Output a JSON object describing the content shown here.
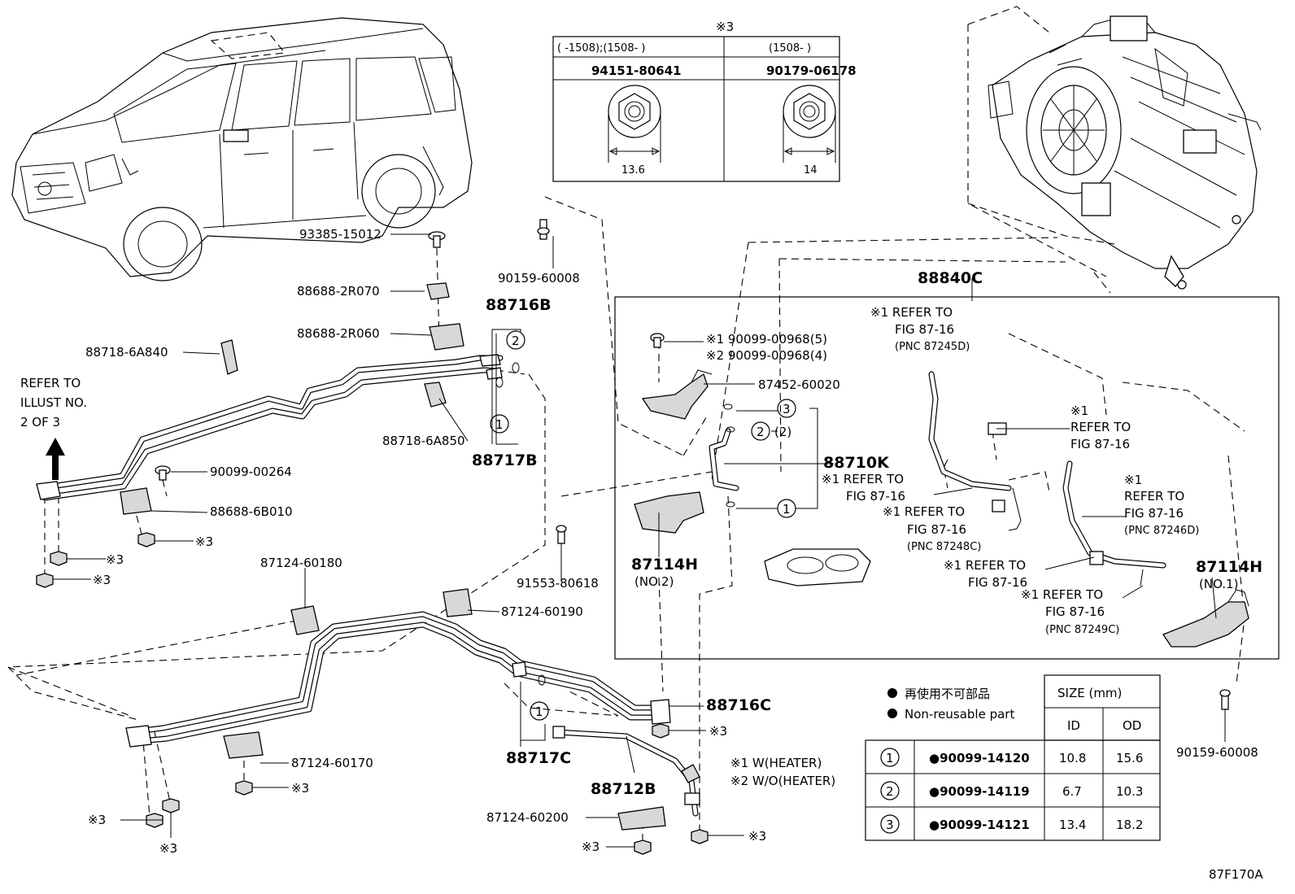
{
  "figure_code": "87F170A",
  "refer_illust": {
    "line1": "REFER TO",
    "line2": "ILLUST NO.",
    "line3": "2 OF 3"
  },
  "nut_table": {
    "mark": "※3",
    "col1_range": "(     -1508);(1508-      )",
    "col2_range": "(1508-        )",
    "col1_part": "94151-80641",
    "col2_part": "90179-06178",
    "col1_size": "13.6",
    "col2_size": "14"
  },
  "labels": {
    "p93385": "93385-15012",
    "p88688_2R070": "88688-2R070",
    "p88688_2R060": "88688-2R060",
    "p88718_6A840": "88718-6A840",
    "p88718_6A850": "88718-6A850",
    "p88716B": "88716B",
    "p88717B": "88717B",
    "p90159_top": "90159-60008",
    "p90099_00264": "90099-00264",
    "p88688_6B010": "88688-6B010",
    "p91553": "91553-80618",
    "p87124_60180": "87124-60180",
    "p87124_60190": "87124-60190",
    "p87124_60170": "87124-60170",
    "p87124_60200": "87124-60200",
    "p88716C": "88716C",
    "p88717C": "88717C",
    "p88712B": "88712B",
    "p88840C": "88840C",
    "p90159_bottom": "90159-60008",
    "m3": "※3",
    "c1": "1",
    "c2": "2",
    "c3": "3"
  },
  "box": {
    "s1_a": "※1 90099-00968(5)",
    "s2_a": "※2 90099-00968(4)",
    "p87452": "87452-60020",
    "p88710K": "88710K",
    "two_paren": "(2)",
    "p87114H_no2": "87114H",
    "no2": "(NO.2)",
    "p87114H_no1": "87114H",
    "no1": "(NO.1)",
    "ref_a1": "※1 REFER TO",
    "ref_a2": "FIG 87-16",
    "ref_a3": "(PNC 87245D)",
    "ref_b1": "※1",
    "ref_b2": "REFER TO",
    "ref_b3": "FIG 87-16",
    "ref_c1": "※1 REFER TO",
    "ref_c2": "FIG 87-16",
    "ref_d1": "※1 REFER TO",
    "ref_d2": "FIG 87-16",
    "ref_d3": "(PNC 87248C)",
    "ref_e1": "※1",
    "ref_e2": "REFER TO",
    "ref_e3": "FIG 87-16",
    "ref_e4": "(PNC 87246D)",
    "ref_f1": "※1 REFER TO",
    "ref_f2": "FIG 87-16",
    "ref_g1": "※1 REFER TO",
    "ref_g2": "FIG 87-16",
    "ref_g3": "(PNC 87249C)"
  },
  "notes": {
    "w_heater": "※1 W(HEATER)",
    "wo_heater": "※2 W/O(HEATER)"
  },
  "legend": {
    "jp": "再使用不可部品",
    "en": "Non-reusable part"
  },
  "size_table": {
    "title": "SIZE (mm)",
    "col_id": "ID",
    "col_od": "OD",
    "rows": [
      {
        "num": "1",
        "part": "●90099-14120",
        "id": "10.8",
        "od": "15.6"
      },
      {
        "num": "2",
        "part": "●90099-14119",
        "id": "6.7",
        "od": "10.3"
      },
      {
        "num": "3",
        "part": "●90099-14121",
        "id": "13.4",
        "od": "18.2"
      }
    ]
  }
}
